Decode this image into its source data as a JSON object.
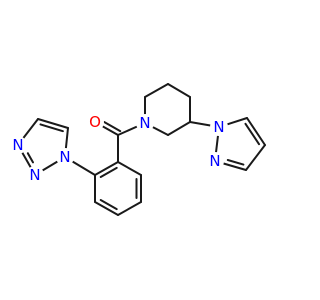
{
  "structure": {
    "atoms": [
      {
        "id": "O",
        "label": "O",
        "color": "#ff0000"
      },
      {
        "id": "N_pip",
        "label": "N",
        "color": "#0000ff"
      },
      {
        "id": "N_tz1",
        "label": "N",
        "color": "#0000ff"
      },
      {
        "id": "N_tz2",
        "label": "N",
        "color": "#0000ff"
      },
      {
        "id": "N_tz3",
        "label": "N",
        "color": "#0000ff"
      },
      {
        "id": "N_pz1",
        "label": "N",
        "color": "#0000ff"
      },
      {
        "id": "N_pz2",
        "label": "N",
        "color": "#0000ff"
      }
    ],
    "bond_color": "#1a1a1a"
  }
}
